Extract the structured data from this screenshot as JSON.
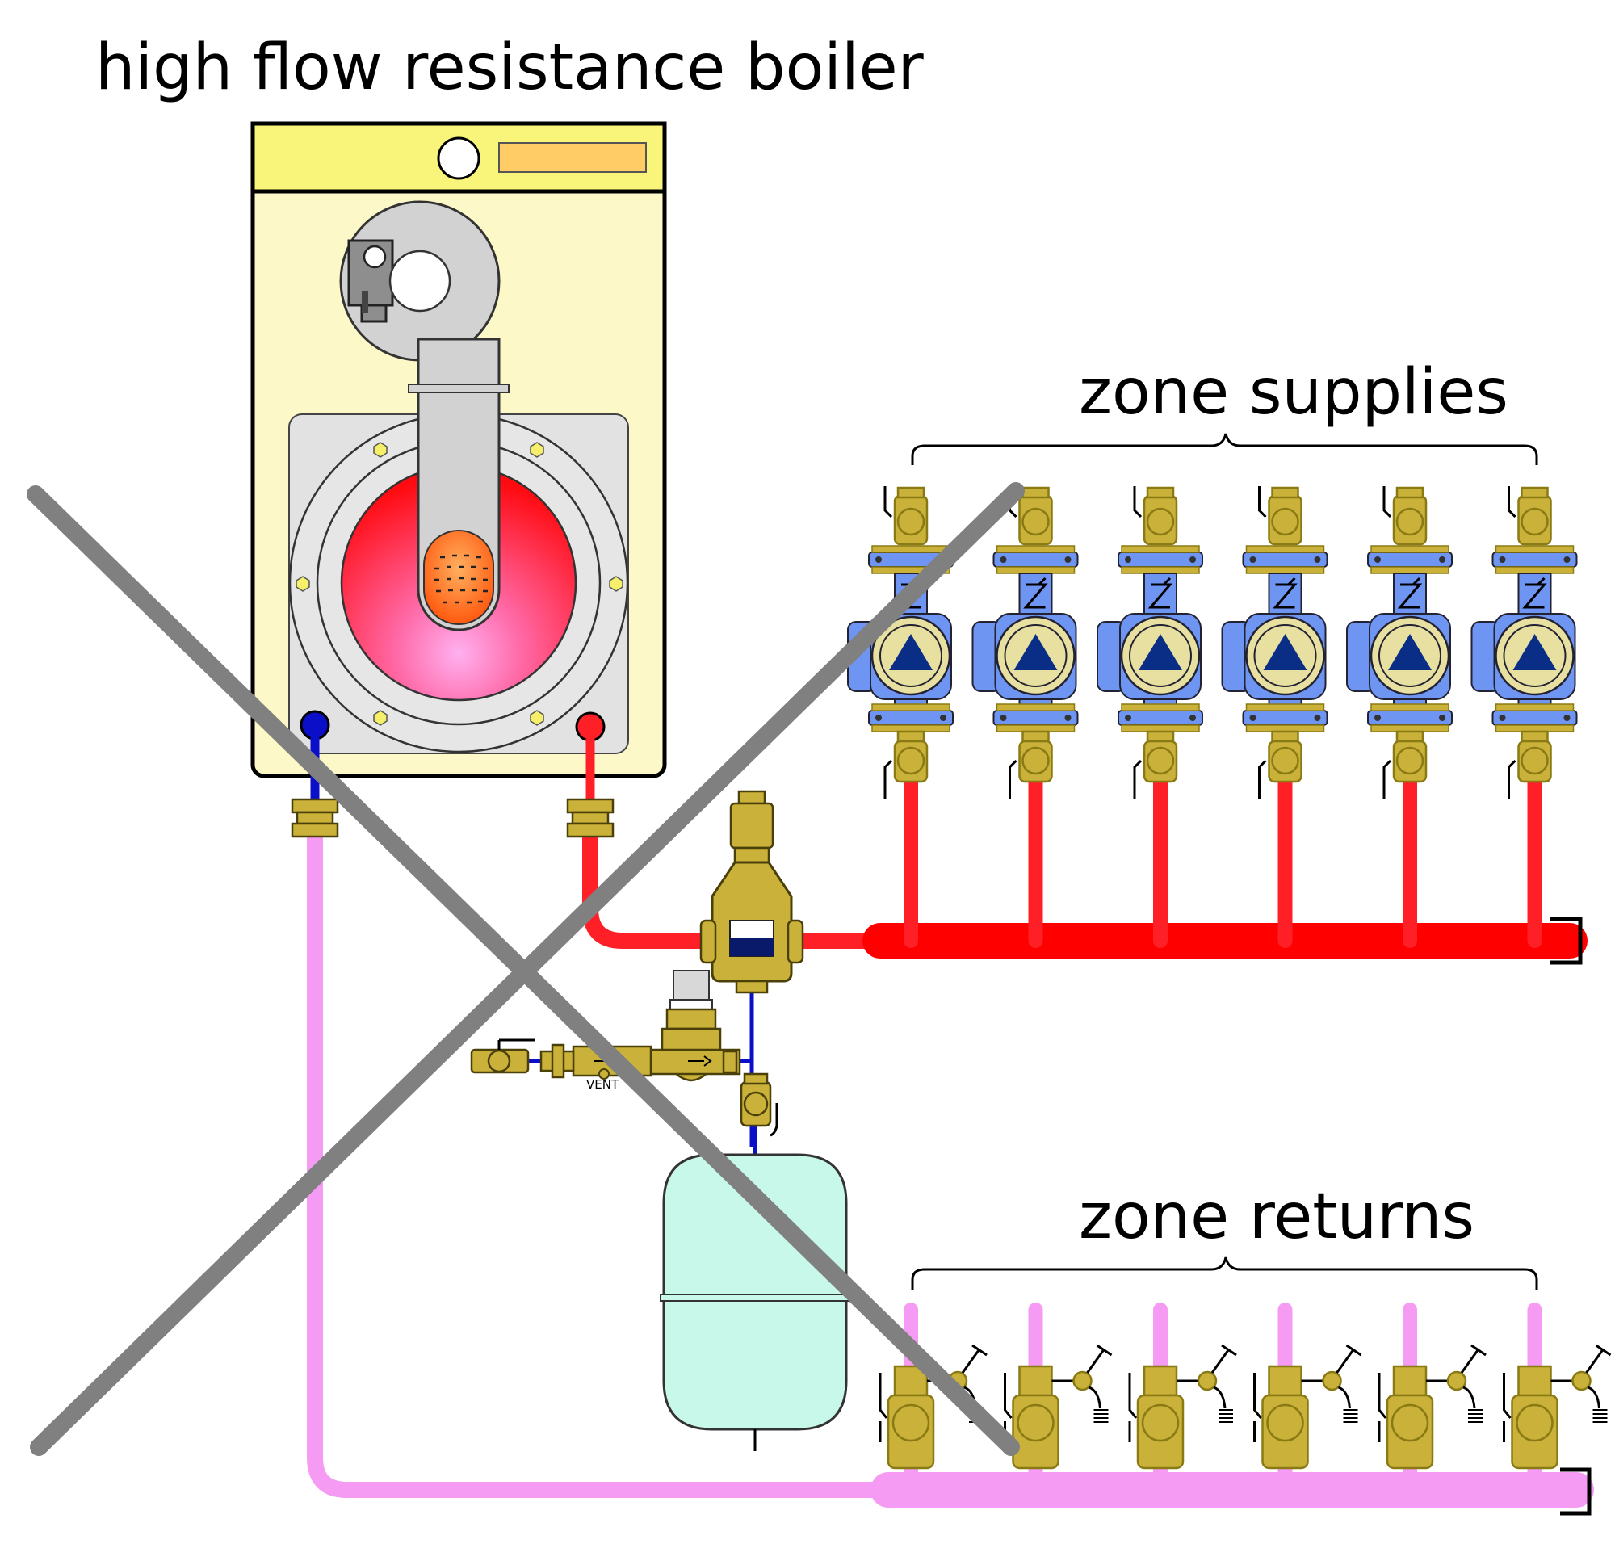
{
  "labels": {
    "title": "high flow resistance boiler",
    "zone_supplies": "zone supplies",
    "zone_returns": "zone returns",
    "vent": "VENT"
  },
  "zones": 6,
  "colors": {
    "supply": "#ff2027",
    "supply_header": "#ff0000",
    "return": "#f59bf3",
    "cold": "#0b10c8",
    "brass": "#c9b13a",
    "brass_dark": "#8a7a14",
    "pump_blue": "#6f95f2",
    "pump_face": "#e8e0a0",
    "pump_triangle": "#0a2d86",
    "boiler_body": "#fdf8c8",
    "boiler_top": "#f9f57a",
    "display": "#ffcc66",
    "tank": "#c8f8ea",
    "cross": "#808080"
  }
}
